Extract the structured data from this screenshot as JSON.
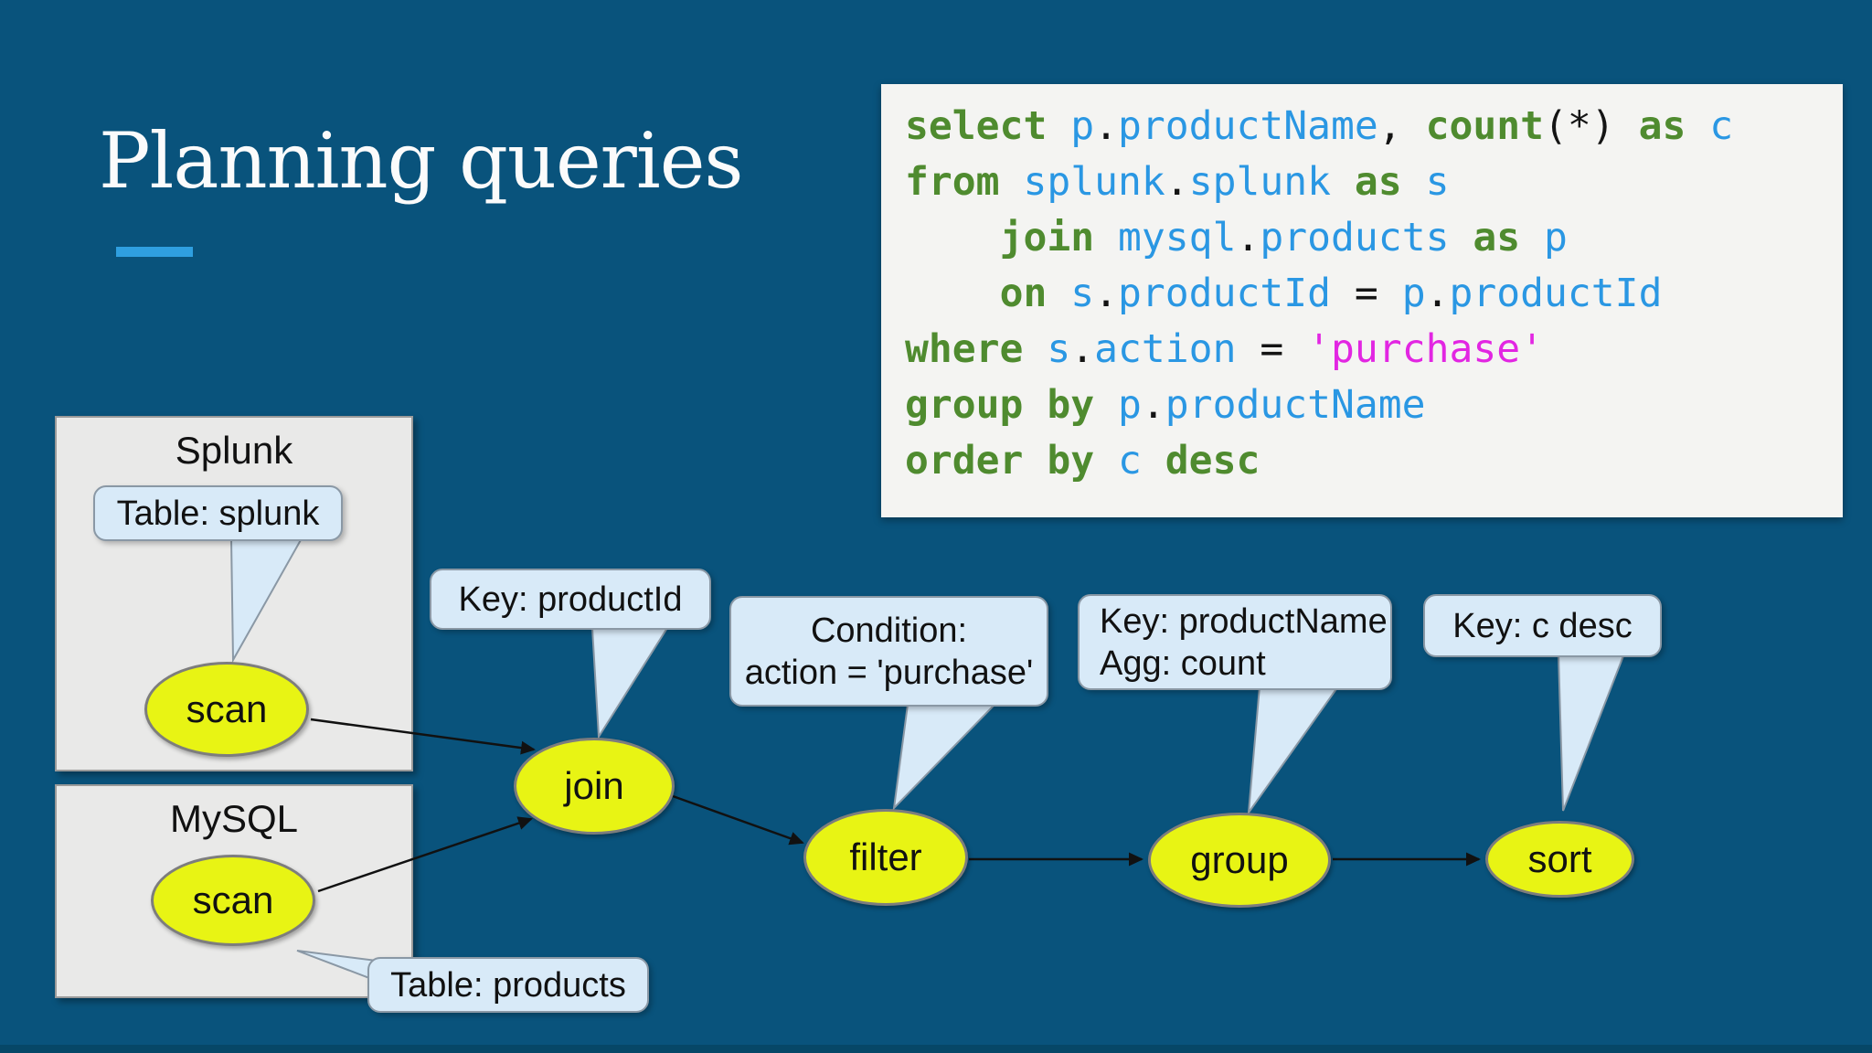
{
  "title": "Planning queries",
  "colors": {
    "bg": "#09537c",
    "accent": "#2f9fe0",
    "title_color": "#fbfbfb",
    "code_bg": "#f4f4f2",
    "code_keyword": "#4f8b2f",
    "code_identifier": "#2a97e3",
    "code_string": "#e226e2",
    "code_punct": "#141414",
    "box_fill": "#e9e9e8",
    "box_border": "#9a9a9a",
    "node_fill": "#e8f414",
    "node_border": "#7d7d7d",
    "callout_fill": "#d8eaf8",
    "callout_border": "#8a98a5",
    "arrow_color": "#111111",
    "bottom_strip": "#064767"
  },
  "code": {
    "lines": [
      [
        [
          "kw",
          "select"
        ],
        [
          "pl",
          " "
        ],
        [
          "id",
          "p"
        ],
        [
          "pu",
          "."
        ],
        [
          "id",
          "productName"
        ],
        [
          "pu",
          ","
        ],
        [
          "pl",
          " "
        ],
        [
          "kw",
          "count"
        ],
        [
          "pu",
          "(*)"
        ],
        [
          "pl",
          " "
        ],
        [
          "kw",
          "as"
        ],
        [
          "pl",
          " "
        ],
        [
          "id",
          "c"
        ]
      ],
      [
        [
          "kw",
          "from"
        ],
        [
          "pl",
          " "
        ],
        [
          "id",
          "splunk"
        ],
        [
          "pu",
          "."
        ],
        [
          "id",
          "splunk"
        ],
        [
          "pl",
          " "
        ],
        [
          "kw",
          "as"
        ],
        [
          "pl",
          " "
        ],
        [
          "id",
          "s"
        ]
      ],
      [
        [
          "pl",
          "    "
        ],
        [
          "kw",
          "join"
        ],
        [
          "pl",
          " "
        ],
        [
          "id",
          "mysql"
        ],
        [
          "pu",
          "."
        ],
        [
          "id",
          "products"
        ],
        [
          "pl",
          " "
        ],
        [
          "kw",
          "as"
        ],
        [
          "pl",
          " "
        ],
        [
          "id",
          "p"
        ]
      ],
      [
        [
          "pl",
          "    "
        ],
        [
          "kw",
          "on"
        ],
        [
          "pl",
          " "
        ],
        [
          "id",
          "s"
        ],
        [
          "pu",
          "."
        ],
        [
          "id",
          "productId"
        ],
        [
          "pl",
          " "
        ],
        [
          "pu",
          "="
        ],
        [
          "pl",
          " "
        ],
        [
          "id",
          "p"
        ],
        [
          "pu",
          "."
        ],
        [
          "id",
          "productId"
        ]
      ],
      [
        [
          "kw",
          "where"
        ],
        [
          "pl",
          " "
        ],
        [
          "id",
          "s"
        ],
        [
          "pu",
          "."
        ],
        [
          "id",
          "action"
        ],
        [
          "pl",
          " "
        ],
        [
          "pu",
          "="
        ],
        [
          "pl",
          " "
        ],
        [
          "str",
          "'purchase'"
        ]
      ],
      [
        [
          "kw",
          "group"
        ],
        [
          "pl",
          " "
        ],
        [
          "kw",
          "by"
        ],
        [
          "pl",
          " "
        ],
        [
          "id",
          "p"
        ],
        [
          "pu",
          "."
        ],
        [
          "id",
          "productName"
        ]
      ],
      [
        [
          "kw",
          "order"
        ],
        [
          "pl",
          " "
        ],
        [
          "kw",
          "by"
        ],
        [
          "pl",
          " "
        ],
        [
          "id",
          "c"
        ],
        [
          "pl",
          " "
        ],
        [
          "kw",
          "desc"
        ]
      ]
    ]
  },
  "diagram": {
    "splunk": {
      "title": "Splunk",
      "node": "scan",
      "callout": "Table: splunk"
    },
    "mysql": {
      "title": "MySQL",
      "node": "scan",
      "callout": "Table: products"
    },
    "join": {
      "node": "join",
      "callout": "Key: productId"
    },
    "filter": {
      "node": "filter",
      "callout_line1": "Condition:",
      "callout_line2": "action = 'purchase'"
    },
    "group": {
      "node": "group",
      "callout_line1": "Key: productName",
      "callout_line2": "Agg: count"
    },
    "sort": {
      "node": "sort",
      "callout": "Key: c desc"
    }
  }
}
